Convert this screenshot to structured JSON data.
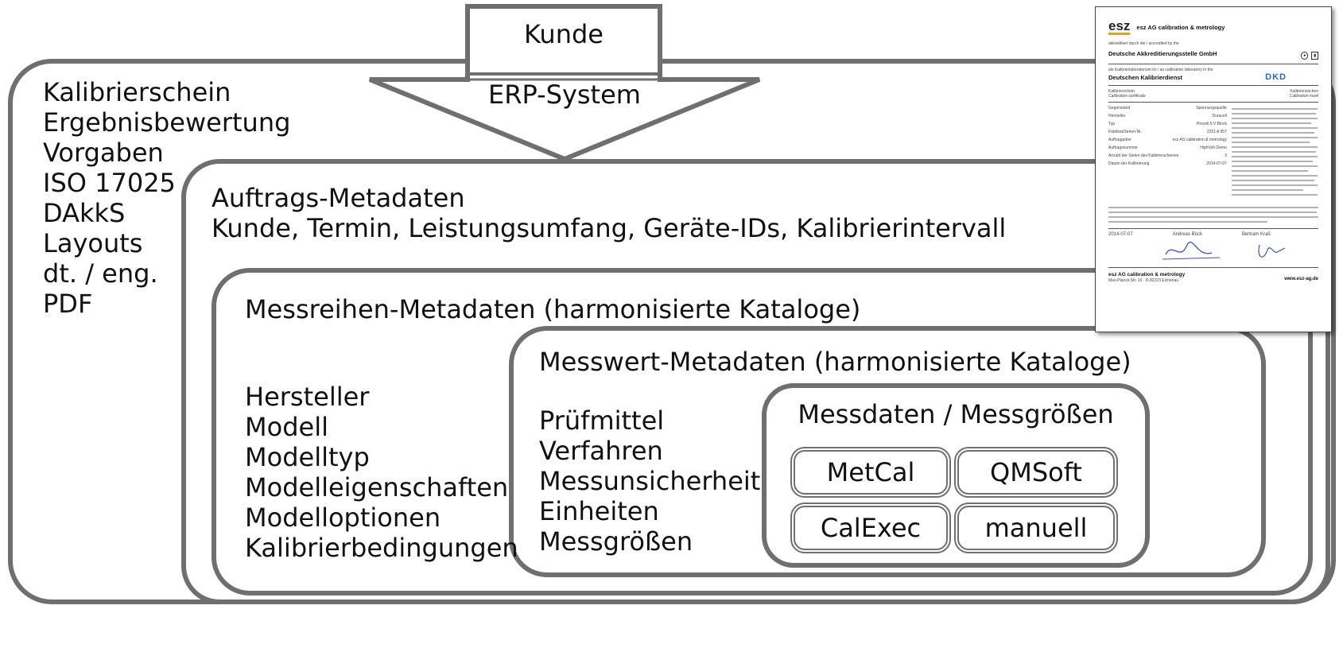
{
  "outer": {
    "items": [
      "Kalibrierschein",
      "Ergebnisbewertung",
      "Vorgaben",
      "ISO 17025",
      "DAkkS",
      "Layouts",
      "dt. / eng.",
      "PDF"
    ]
  },
  "top": {
    "kunde": "Kunde",
    "erp": "ERP-System"
  },
  "auftrag": {
    "title": "Auftrags-Metadaten",
    "subtitle": "Kunde, Termin, Leistungsumfang, Geräte-IDs, Kalibrierintervall"
  },
  "messreihen": {
    "title": "Messreihen-Metadaten (harmonisierte Kataloge)",
    "items": [
      "Hersteller",
      "Modell",
      "Modelltyp",
      "Modelleigenschaften",
      "Modelloptionen",
      "Kalibrierbedingungen"
    ]
  },
  "messwert": {
    "title": "Messwert-Metadaten (harmonisierte Kataloge)",
    "items": [
      "Prüfmittel",
      "Verfahren",
      "Messunsicherheit",
      "Einheiten",
      "Messgrößen"
    ]
  },
  "messdaten": {
    "title": "Messdaten / Messgrößen",
    "sources": [
      "MetCal",
      "QMSoft",
      "CalExec",
      "manuell"
    ]
  },
  "certificate": {
    "logo": "esz",
    "company": "esz AG calibration & metrology",
    "accredited_by": "akkreditiert durch die / accredited by the",
    "dakks_name": "Deutsche Akkreditierungsstelle GmbH",
    "lab_line": "als Kalibrierlaboratorium im / as calibration laboratory in the",
    "dkd_name": "Deutschen Kalibrierdienst",
    "dkd_logo": "DKD",
    "doc_label": "Kalibrierschein",
    "doc_label_en": "Calibration certificate",
    "mark_label": "Kalibrierzeichen",
    "mark_label_en": "Calibration mark",
    "fields": [
      {
        "label": "Gegenstand",
        "value": "Spannungsquelle"
      },
      {
        "label": "Hersteller",
        "value": "Duracell"
      },
      {
        "label": "Typ",
        "value": "Procell 9 V Block"
      },
      {
        "label": "Fabrikat/Serien-Nr.",
        "value": "2251 A 957"
      },
      {
        "label": "Auftraggeber",
        "value": "esz AG calibration & metrology"
      },
      {
        "label": "Auftragsnummer",
        "value": "HighVolt-Demo"
      },
      {
        "label": "Anzahl der Seiten des Kalibrierscheines",
        "value": "3"
      },
      {
        "label": "Datum der Kalibrierung",
        "value": "2014-07-07"
      }
    ],
    "sign_date": "2014-07-07",
    "signer_left": "Andreas Böck",
    "signer_right": "Bertram Kraß",
    "footer_company": "esz AG calibration & metrology",
    "footer_address": "Max-Planck-Str. 16 · D-82223 Eichenau",
    "footer_web": "www.esz-ag.de"
  },
  "colors": {
    "border": "#6f6f6f",
    "cert_blue": "#2a66c7",
    "logo_gold": "#e0a31c"
  }
}
